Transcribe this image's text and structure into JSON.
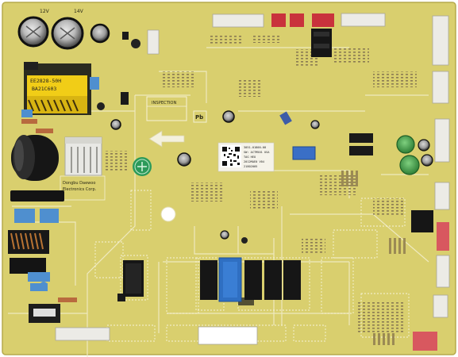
{
  "board": {
    "colors": {
      "pcb": "#d9cf6e",
      "pcb_dark": "#c9bd58",
      "trace": "#f4f0d8",
      "silk": "#f7f5ea",
      "cap_black": "#1c1c1c",
      "relay_black": "#1a1a1a",
      "relay_blue": "#2f6fc2",
      "connector_white": "#ecebe6",
      "connector_red": "#c9323c",
      "connector_pink": "#d8585f",
      "green_part": "#3c9a45",
      "transformer_yellow": "#f1cd17",
      "blue_cap": "#4f8fcf"
    },
    "labels": {
      "cap_top_left_1": "12V",
      "cap_top_left_2": "14V",
      "transformer_line1": "EE2828-50H",
      "transformer_line2": "BA21C603",
      "inspection": "INSPECTION",
      "pb_mark": "Pb",
      "company_line1": "Dongbu Daewoo",
      "company_line2": "Electronics Corp.",
      "barcode_line1": "3051-01800-08",
      "barcode_line2": "SW: ACTM501 USA",
      "barcode_line3": "TAG HEO",
      "barcode_line4": "2012MAE0 V04",
      "barcode_line5": "21802005"
    },
    "icons": [
      "arrow-left-icon",
      "mounting-hole-icon",
      "qc-stamp-icon",
      "barcode-icon"
    ]
  }
}
